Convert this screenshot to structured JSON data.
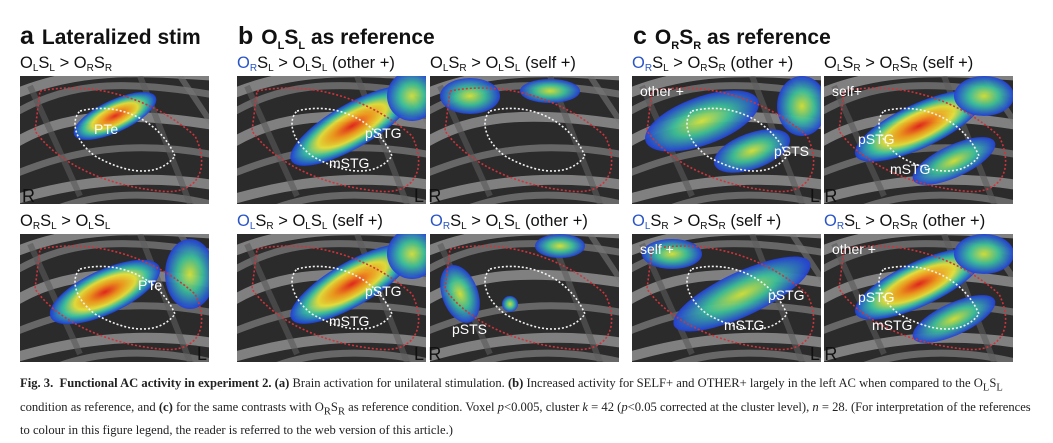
{
  "headers": {
    "a": {
      "letter": "a",
      "title": "Lateralized stim"
    },
    "b": {
      "letter": "b",
      "title_main": "O",
      "title_sub": "L",
      "title_main2": "S",
      "title_sub2": "L",
      "title_rest": " as reference"
    },
    "c": {
      "letter": "c",
      "title_main": "O",
      "title_sub": "R",
      "title_main2": "S",
      "title_sub2": "R",
      "title_rest": " as reference"
    }
  },
  "panels": [
    {
      "id": "a-top",
      "label": [
        "O",
        "L",
        "S",
        "L",
        " > O",
        "R",
        "S",
        "R"
      ],
      "annotations": [
        "PTe"
      ],
      "inset": ""
    },
    {
      "id": "a-bottom",
      "label": [
        "O",
        "R",
        "S",
        "L",
        " > O",
        "L",
        "S",
        "L"
      ],
      "annotations": [
        "PTe"
      ],
      "inset": ""
    },
    {
      "id": "b-1",
      "label": [
        "O",
        "R",
        "S",
        "L",
        " > O",
        "L",
        "S",
        "L",
        " (other +)"
      ],
      "annotations": [
        "pSTG",
        "mSTG"
      ],
      "inset": ""
    },
    {
      "id": "b-2",
      "label": [
        "O",
        "L",
        "S",
        "R",
        " > O",
        "L",
        "S",
        "L",
        " (self +)"
      ],
      "annotations": [],
      "inset": ""
    },
    {
      "id": "b-3",
      "label": [
        "O",
        "L",
        "S",
        "R",
        " > O",
        "L",
        "S",
        "L",
        " (self +)"
      ],
      "annotations": [
        "pSTG",
        "mSTG"
      ],
      "inset": ""
    },
    {
      "id": "b-4",
      "label": [
        "O",
        "R",
        "S",
        "L",
        " > O",
        "L",
        "S",
        "L",
        " (other +)"
      ],
      "annotations": [
        "pSTS"
      ],
      "inset": ""
    },
    {
      "id": "c-1",
      "label": [
        "O",
        "R",
        "S",
        "L",
        " > O",
        "R",
        "S",
        "R",
        " (other +)"
      ],
      "annotations": [
        "pSTS"
      ],
      "inset": "other +"
    },
    {
      "id": "c-2",
      "label": [
        "O",
        "L",
        "S",
        "R",
        " > O",
        "R",
        "S",
        "R",
        " (self +)"
      ],
      "annotations": [
        "pSTG",
        "mSTG"
      ],
      "inset": "self+"
    },
    {
      "id": "c-3",
      "label": [
        "O",
        "L",
        "S",
        "R",
        " > O",
        "R",
        "S",
        "R",
        " (self +)"
      ],
      "annotations": [
        "pSTG",
        "mSTG"
      ],
      "inset": "self +"
    },
    {
      "id": "c-4",
      "label": [
        "O",
        "R",
        "S",
        "L",
        " > O",
        "R",
        "S",
        "R",
        " (other +)"
      ],
      "annotations": [
        "pSTG",
        "mSTG"
      ],
      "inset": "other +"
    }
  ],
  "side_labels": {
    "r": "R",
    "l": "L",
    "lr": "L R"
  },
  "caption": {
    "fig": "Fig. 3.",
    "title": "Functional AC activity in experiment 2.",
    "a_tag": "(a)",
    "a_text": " Brain activation for unilateral stimulation. ",
    "b_tag": "(b)",
    "b_text": " Increased activity for SELF+ and OTHER+ largely in the left AC when compared to the O",
    "b_sub1": "L",
    "b_text2": "S",
    "b_sub2": "L",
    "b_text3": " condition as reference, and ",
    "c_tag": "(c)",
    "c_text": " for the same contrasts with O",
    "c_sub1": "R",
    "c_text2": "S",
    "c_sub2": "R",
    "c_text3": " as reference condition. Voxel ",
    "p_var": "p",
    "p_text": "<0.005, cluster ",
    "k_var": "k",
    "k_text": " = 42 (",
    "p2_var": "p",
    "p2_text": "<0.05 corrected at the cluster level), ",
    "n_var": "n",
    "n_text": " = 28. (For interpretation of the references to colour in this figure legend, the reader is referred to the web version of this article.)"
  },
  "colors": {
    "blue_label": "#2a55c8",
    "brain_bg": "#2b2b2b"
  }
}
